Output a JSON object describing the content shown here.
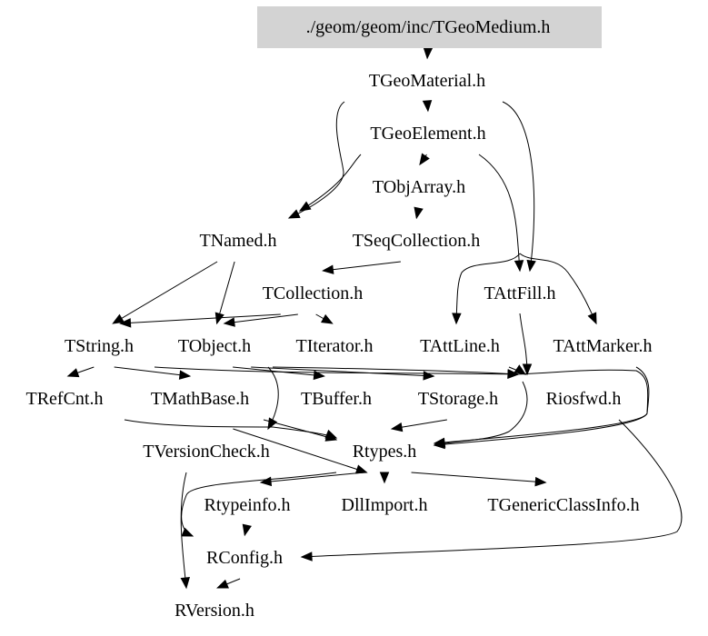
{
  "graph": {
    "title": "./geom/geom/inc/TGeoMedium.h",
    "colors": {
      "root_fill": "#d3d3d3",
      "edge": "#000000",
      "text": "#000000",
      "background": "#ffffff"
    },
    "nodes": [
      {
        "id": "root",
        "label": "./geom/geom/inc/TGeoMedium.h",
        "root": true
      },
      {
        "id": "TGeoMaterial",
        "label": "TGeoMaterial.h"
      },
      {
        "id": "TGeoElement",
        "label": "TGeoElement.h"
      },
      {
        "id": "TObjArray",
        "label": "TObjArray.h"
      },
      {
        "id": "TNamed",
        "label": "TNamed.h"
      },
      {
        "id": "TSeqCollection",
        "label": "TSeqCollection.h"
      },
      {
        "id": "TCollection",
        "label": "TCollection.h"
      },
      {
        "id": "TAttFill",
        "label": "TAttFill.h"
      },
      {
        "id": "TString",
        "label": "TString.h"
      },
      {
        "id": "TObject",
        "label": "TObject.h"
      },
      {
        "id": "TIterator",
        "label": "TIterator.h"
      },
      {
        "id": "TAttLine",
        "label": "TAttLine.h"
      },
      {
        "id": "TAttMarker",
        "label": "TAttMarker.h"
      },
      {
        "id": "TRefCnt",
        "label": "TRefCnt.h"
      },
      {
        "id": "TMathBase",
        "label": "TMathBase.h"
      },
      {
        "id": "TBuffer",
        "label": "TBuffer.h"
      },
      {
        "id": "TStorage",
        "label": "TStorage.h"
      },
      {
        "id": "Riosfwd",
        "label": "Riosfwd.h"
      },
      {
        "id": "TVersionCheck",
        "label": "TVersionCheck.h"
      },
      {
        "id": "Rtypes",
        "label": "Rtypes.h"
      },
      {
        "id": "Rtypeinfo",
        "label": "Rtypeinfo.h"
      },
      {
        "id": "DllImport",
        "label": "DllImport.h"
      },
      {
        "id": "TGenericClassInfo",
        "label": "TGenericClassInfo.h"
      },
      {
        "id": "RConfig",
        "label": "RConfig.h"
      },
      {
        "id": "RVersion",
        "label": "RVersion.h"
      }
    ],
    "edges": [
      [
        "root",
        "TGeoMaterial"
      ],
      [
        "TGeoMaterial",
        "TGeoElement"
      ],
      [
        "TGeoMaterial",
        "TNamed"
      ],
      [
        "TGeoMaterial",
        "TAttFill"
      ],
      [
        "TGeoElement",
        "TObjArray"
      ],
      [
        "TGeoElement",
        "TNamed"
      ],
      [
        "TGeoElement",
        "TAttFill"
      ],
      [
        "TObjArray",
        "TSeqCollection"
      ],
      [
        "TSeqCollection",
        "TCollection"
      ],
      [
        "TNamed",
        "TString"
      ],
      [
        "TNamed",
        "TObject"
      ],
      [
        "TCollection",
        "TString"
      ],
      [
        "TCollection",
        "TObject"
      ],
      [
        "TCollection",
        "TIterator"
      ],
      [
        "TAttFill",
        "TAttLine"
      ],
      [
        "TAttFill",
        "TAttMarker"
      ],
      [
        "TAttFill",
        "Riosfwd"
      ],
      [
        "TString",
        "TRefCnt"
      ],
      [
        "TString",
        "TMathBase"
      ],
      [
        "TString",
        "Riosfwd"
      ],
      [
        "TObject",
        "TBuffer"
      ],
      [
        "TObject",
        "TStorage"
      ],
      [
        "TObject",
        "Riosfwd"
      ],
      [
        "TObject",
        "TVersionCheck"
      ],
      [
        "TAttLine",
        "Riosfwd"
      ],
      [
        "TAttMarker",
        "Riosfwd"
      ],
      [
        "TAttMarker",
        "Rtypes"
      ],
      [
        "TRefCnt",
        "Rtypes"
      ],
      [
        "TMathBase",
        "Rtypes"
      ],
      [
        "TStorage",
        "Rtypes"
      ],
      [
        "Riosfwd",
        "Rtypes"
      ],
      [
        "Riosfwd",
        "RConfig"
      ],
      [
        "TVersionCheck",
        "Rtypes"
      ],
      [
        "TVersionCheck",
        "RVersion"
      ],
      [
        "Rtypes",
        "Rtypeinfo"
      ],
      [
        "Rtypes",
        "DllImport"
      ],
      [
        "Rtypes",
        "TGenericClassInfo"
      ],
      [
        "Rtypes",
        "RConfig"
      ],
      [
        "Rtypeinfo",
        "RConfig"
      ],
      [
        "RConfig",
        "RVersion"
      ]
    ]
  }
}
